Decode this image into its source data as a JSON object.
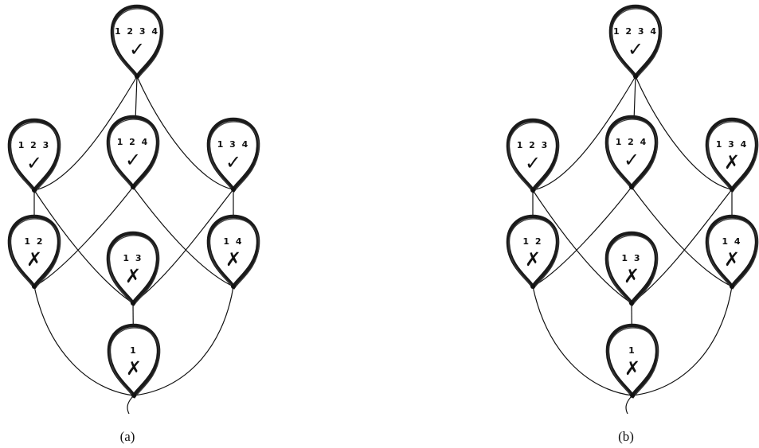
{
  "panels": [
    {
      "caption": "(a)",
      "nodes": [
        {
          "label": "1 2 3 4",
          "mark": "✓"
        },
        {
          "label": "1 2 3",
          "mark": "✓"
        },
        {
          "label": "1 2 4",
          "mark": "✓"
        },
        {
          "label": "1 3 4",
          "mark": "✓"
        },
        {
          "label": "1 2",
          "mark": "✗"
        },
        {
          "label": "1 3",
          "mark": "✗"
        },
        {
          "label": "1 4",
          "mark": "✗"
        },
        {
          "label": "1",
          "mark": "✗"
        }
      ]
    },
    {
      "caption": "(b)",
      "nodes": [
        {
          "label": "1 2 3 4",
          "mark": "✓"
        },
        {
          "label": "1 2 3",
          "mark": "✓"
        },
        {
          "label": "1 2 4",
          "mark": "✓"
        },
        {
          "label": "1 3 4",
          "mark": "✗"
        },
        {
          "label": "1 2",
          "mark": "✗"
        },
        {
          "label": "1 3",
          "mark": "✗"
        },
        {
          "label": "1 4",
          "mark": "✗"
        },
        {
          "label": "1",
          "mark": "✗"
        }
      ]
    }
  ]
}
